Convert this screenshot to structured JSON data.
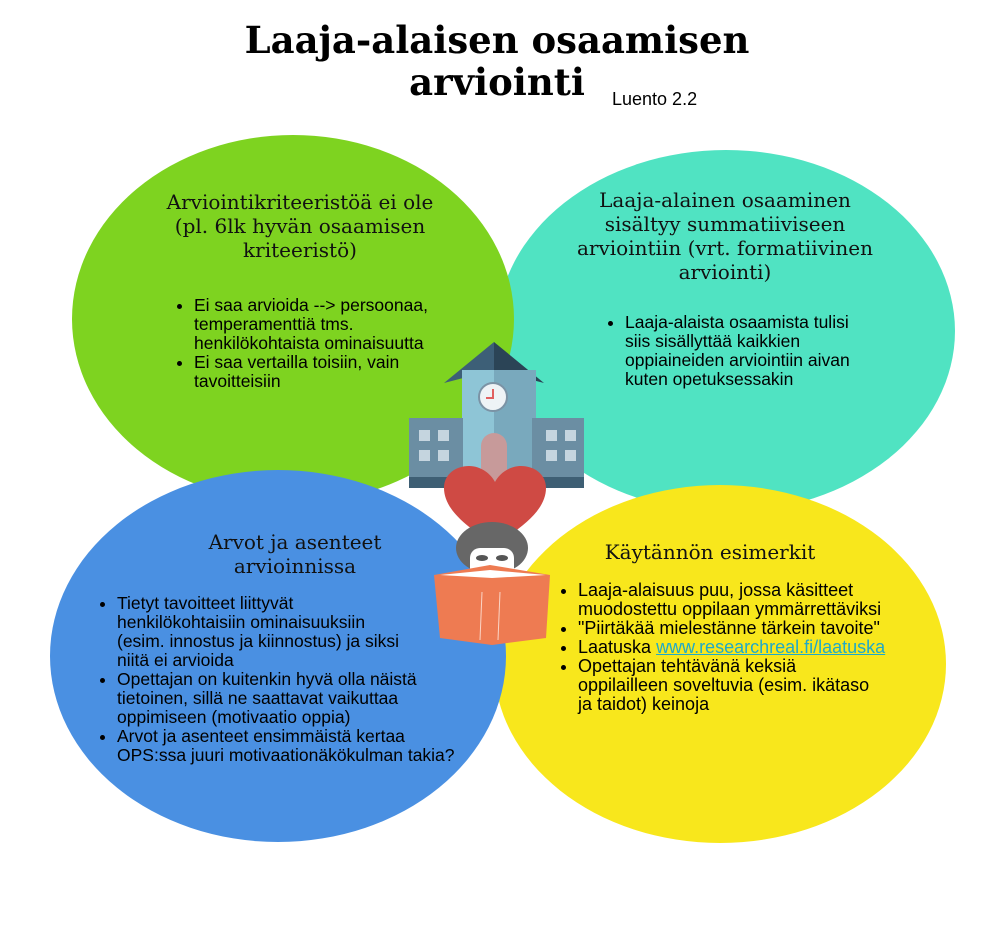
{
  "title_line1": "Laaja-alaisen osaamisen",
  "title_line2": "arviointi",
  "subtitle": "Luento 2.2",
  "colors": {
    "green": "#7ed320",
    "teal": "#50e3c2",
    "blue": "#4a90e2",
    "yellow": "#f8e71c",
    "link": "#1fa9c9"
  },
  "green": {
    "heading": "Arviointikriteeristöä ei ole (pl. 6lk hyvän osaamisen kriteeristö)",
    "items": [
      "Ei saa arvioida --> persoonaa, temperamenttiä tms. henkilökohtaista ominaisuutta",
      "Ei saa vertailla toisiin, vain tavoitteisiin"
    ]
  },
  "teal": {
    "heading": "Laaja-alainen osaaminen sisältyy summatiiviseen arviointiin (vrt. formatiivinen arviointi)",
    "items": [
      "Laaja-alaista osaamista tulisi siis sisällyttää kaikkien oppiaineiden arviointiin aivan kuten opetuksessakin"
    ]
  },
  "blue": {
    "heading": "Arvot ja asenteet arvioinnissa",
    "items": [
      "Tietyt tavoitteet liittyvät henkilökohtaisiin ominaisuuksiin (esim. innostus ja kiinnostus) ja siksi niitä ei arvioida",
      "Opettajan on kuitenkin hyvä olla näistä tietoinen, sillä ne saattavat vaikuttaa oppimiseen (motivaatio oppia)",
      "Arvot ja asenteet ensimmäistä kertaa OPS:ssa juuri motivaationäkökulman takia?"
    ]
  },
  "yellow": {
    "heading": "Käytännön esimerkit",
    "items": [
      "Laaja-alaisuus puu, jossa käsitteet muodostettu oppilaan ymmärrettäviksi",
      "\"Piirtäkää mielestänne tärkein tavoite\""
    ],
    "link_prefix": "Laatuska ",
    "link_text": "www.researchreal.fi/laatuska",
    "last_item": "Opettajan tehtävänä keksiä oppilailleen soveltuvia (esim. ikätaso ja taidot) keinoja"
  }
}
